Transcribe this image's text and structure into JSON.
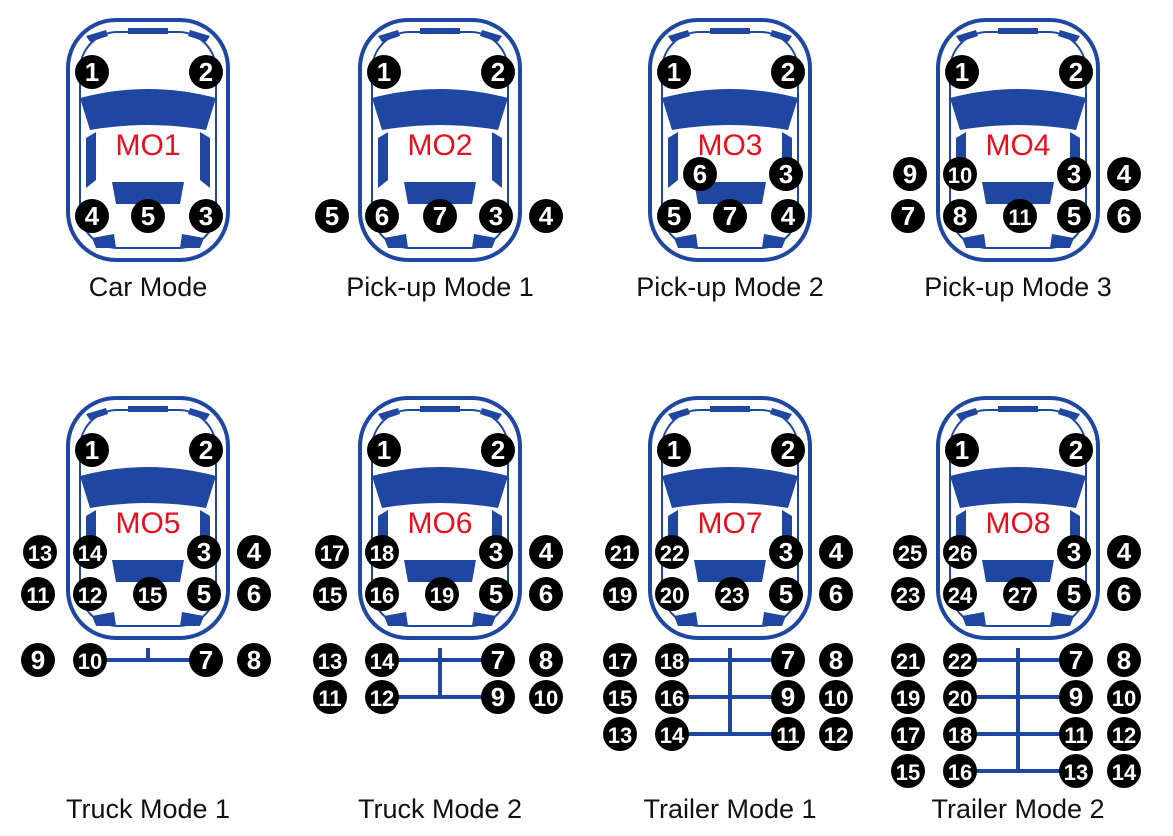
{
  "colors": {
    "car_blue": "#1f46a0",
    "code_red": "#e8101e",
    "badge_black": "#000000",
    "badge_text": "#ffffff",
    "caption_text": "#111111"
  },
  "icons": {
    "car": "car-top-view-icon",
    "badge": "tire-position-badge",
    "axle": "axle-icon"
  },
  "modes": [
    {
      "code": "MO1",
      "caption": "Car Mode",
      "cab": {
        "upper": [],
        "row1": [
          "4",
          "5",
          "3"
        ],
        "pair1": []
      },
      "trailer": []
    },
    {
      "code": "MO2",
      "caption": "Pick-up Mode 1",
      "cab": {
        "upper": [],
        "row1": [
          "5",
          "6",
          "7",
          "3",
          "4"
        ],
        "pair1": []
      },
      "trailer": []
    },
    {
      "code": "MO3",
      "caption": "Pick-up Mode 2",
      "cab": {
        "upper": [
          "6",
          "3"
        ],
        "row1": [
          "5",
          "7",
          "4"
        ],
        "pair1": []
      },
      "trailer": []
    },
    {
      "code": "MO4",
      "caption": "Pick-up Mode 3",
      "cab": {
        "upper": [
          "9",
          "10",
          "3",
          "4"
        ],
        "row1": [
          "7",
          "8",
          "11",
          "5",
          "6"
        ],
        "pair1": []
      },
      "trailer": []
    },
    {
      "code": "MO5",
      "caption": "Truck Mode 1",
      "cab": {
        "upper": [
          "13",
          "14",
          "3",
          "4"
        ],
        "row1": [
          "11",
          "12",
          "15",
          "5",
          "6"
        ],
        "pair1": []
      },
      "trailer": [
        [
          "9",
          "10",
          "7",
          "8"
        ]
      ]
    },
    {
      "code": "MO6",
      "caption": "Truck Mode 2",
      "cab": {
        "upper": [
          "17",
          "18",
          "3",
          "4"
        ],
        "row1": [
          "15",
          "16",
          "19",
          "5",
          "6"
        ],
        "pair1": []
      },
      "trailer": [
        [
          "13",
          "14",
          "7",
          "8"
        ],
        [
          "11",
          "12",
          "9",
          "10"
        ]
      ]
    },
    {
      "code": "MO7",
      "caption": "Trailer Mode 1",
      "cab": {
        "upper": [
          "21",
          "22",
          "3",
          "4"
        ],
        "row1": [
          "19",
          "20",
          "23",
          "5",
          "6"
        ],
        "pair1": []
      },
      "trailer": [
        [
          "17",
          "18",
          "7",
          "8"
        ],
        [
          "15",
          "16",
          "9",
          "10"
        ],
        [
          "13",
          "14",
          "11",
          "12"
        ]
      ]
    },
    {
      "code": "MO8",
      "caption": "Trailer Mode 2",
      "cab": {
        "upper": [
          "25",
          "26",
          "3",
          "4"
        ],
        "row1": [
          "23",
          "24",
          "27",
          "5",
          "6"
        ],
        "pair1": []
      },
      "trailer": [
        [
          "21",
          "22",
          "7",
          "8"
        ],
        [
          "19",
          "20",
          "9",
          "10"
        ],
        [
          "17",
          "18",
          "11",
          "12"
        ],
        [
          "15",
          "16",
          "13",
          "14"
        ]
      ]
    }
  ],
  "front_pair": [
    "1",
    "2"
  ]
}
